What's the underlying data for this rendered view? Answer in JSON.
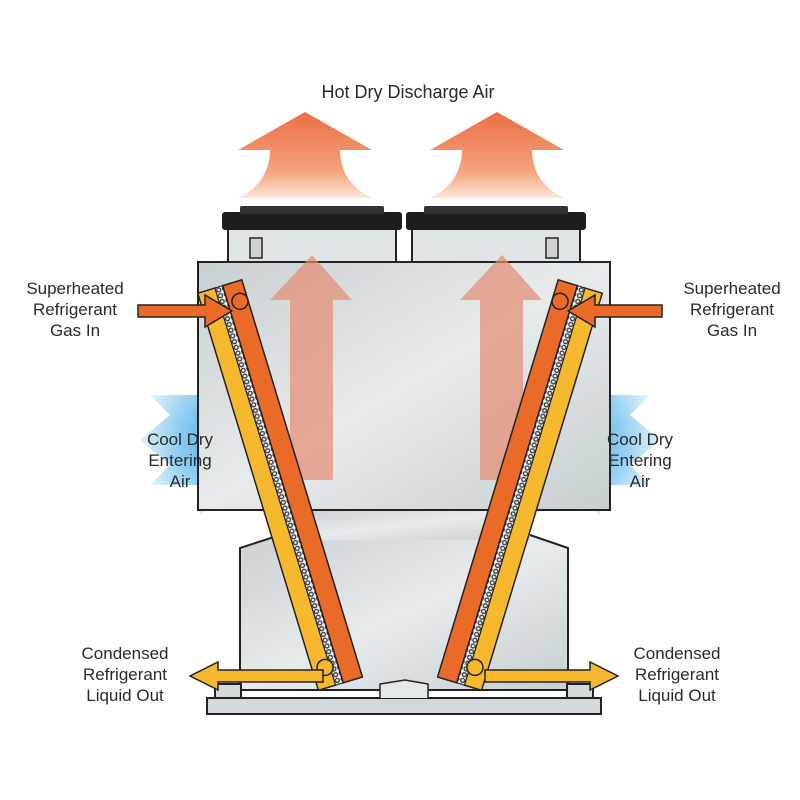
{
  "title": "Hot Dry Discharge Air",
  "labels": {
    "gas_in_left": [
      "Superheated",
      "Refrigerant",
      "Gas In"
    ],
    "gas_in_right": [
      "Superheated",
      "Refrigerant",
      "Gas In"
    ],
    "air_in_left": [
      "Cool Dry",
      "Entering",
      "Air"
    ],
    "air_in_right": [
      "Cool Dry",
      "Entering",
      "Air"
    ],
    "liquid_out_left": [
      "Condensed",
      "Refrigerant",
      "Liquid Out"
    ],
    "liquid_out_right": [
      "Condensed",
      "Refrigerant",
      "Liquid Out"
    ]
  },
  "colors": {
    "hot_air": "#ec7a4f",
    "cool_air": "#4aaee6",
    "gas": "#ea6a27",
    "liquid": "#f6b92e",
    "cabinet": "#d3d9db",
    "fan": "#1e1e1e"
  }
}
